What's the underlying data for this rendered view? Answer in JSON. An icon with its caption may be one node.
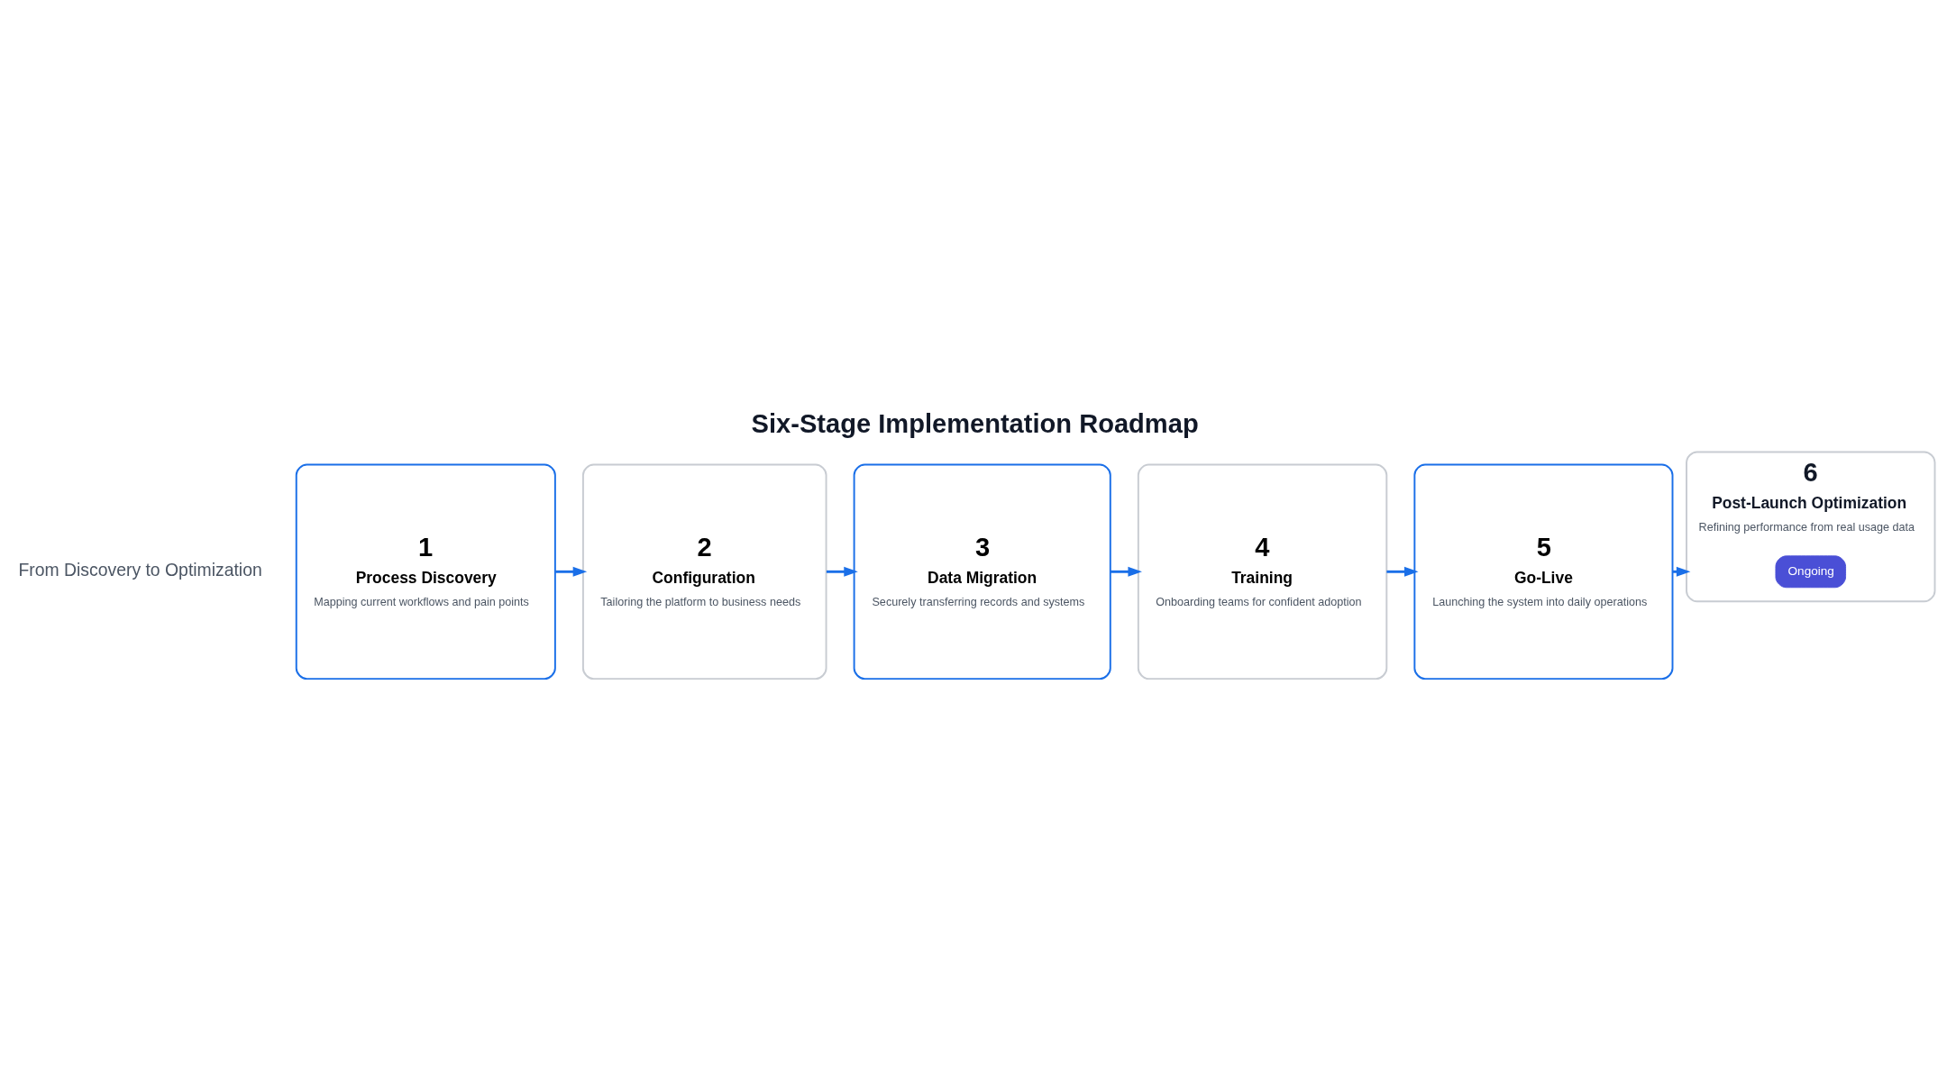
{
  "diagram": {
    "title": "Six-Stage Implementation Roadmap",
    "nodes": [
      {
        "text": [
          "1",
          "Process Discovery",
          "Mapping current workflows and pain points"
        ]
      },
      {
        "text": [
          "2",
          "Configuration",
          "Tailoring the platform to business needs"
        ]
      },
      {
        "text": [
          "3",
          "Data Migration",
          "Securely transferring records and systems"
        ]
      },
      {
        "text": [
          "4",
          "Training",
          "Onboarding teams for confident adoption"
        ]
      },
      {
        "text": [
          "5",
          "Go-Live",
          "Launching the system into daily operations"
        ]
      },
      {
        "text": [
          "6",
          "Post-Launch Optimization",
          "Refining performance from real usage data"
        ]
      },
      {
        "text": [
          "Ongoing"
        ],
        "in": 5
      }
    ],
    "edges": [
      {
        "from": 0,
        "to": 1,
        "arrow": "to"
      },
      {
        "from": 1,
        "to": 2,
        "arrow": "to"
      },
      {
        "from": 2,
        "to": 3,
        "arrow": "to"
      },
      {
        "from": 3,
        "to": 4,
        "arrow": "to"
      },
      {
        "from": 4,
        "to": 5,
        "arrow": "to"
      }
    ],
    "labels": [
      "From Discovery to Optimization"
    ]
  }
}
